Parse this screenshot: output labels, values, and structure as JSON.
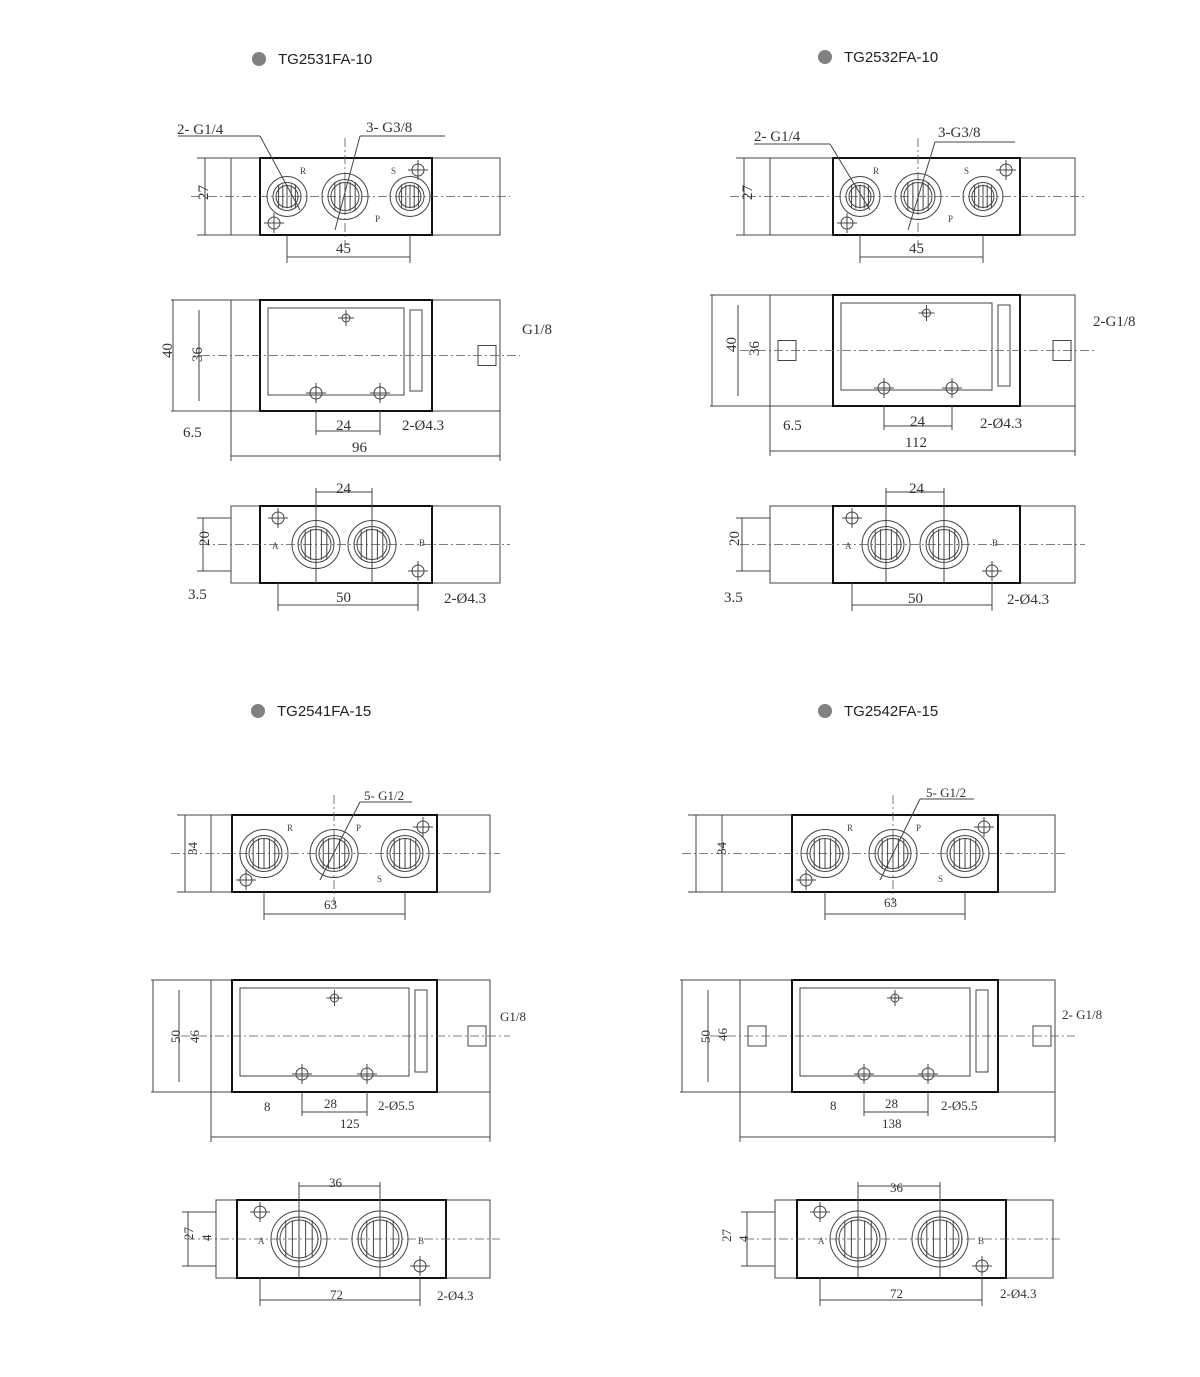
{
  "panels": [
    {
      "title": "TG2531FA-10",
      "top_view": {
        "port_label_left": "2- G1/4",
        "port_label_right": "3- G3/8",
        "height": "27",
        "pitch": "45",
        "port_marks": [
          "R",
          "S",
          "P"
        ]
      },
      "side_view": {
        "height_outer": "40",
        "height_inner": "36",
        "pilot_port": "G1/8",
        "hole_pitch": "24",
        "holes": "2-Ø4.3",
        "offset": "6.5",
        "length": "96"
      },
      "bottom_view": {
        "pitch": "24",
        "height": "20",
        "offset": "3.5",
        "hole_pitch": "50",
        "holes": "2-Ø4.3",
        "port_marks": [
          "A",
          "B"
        ]
      }
    },
    {
      "title": "TG2532FA-10",
      "top_view": {
        "port_label_left": "2- G1/4",
        "port_label_right": "3-G3/8",
        "height": "27",
        "pitch": "45",
        "port_marks": [
          "R",
          "S",
          "P"
        ]
      },
      "side_view": {
        "height_outer": "40",
        "height_inner": "36",
        "pilot_port": "2-G1/8",
        "hole_pitch": "24",
        "holes": "2-Ø4.3",
        "offset": "6.5",
        "length": "112"
      },
      "bottom_view": {
        "pitch": "24",
        "height": "20",
        "offset": "3.5",
        "hole_pitch": "50",
        "holes": "2-Ø4.3",
        "port_marks": [
          "A",
          "B"
        ]
      }
    },
    {
      "title": "TG2541FA-15",
      "top_view": {
        "port_label": "5- G1/2",
        "height": "34",
        "pitch": "63",
        "port_marks": [
          "R",
          "P",
          "S"
        ]
      },
      "side_view": {
        "height_outer": "50",
        "height_inner": "46",
        "pilot_port": "G1/8",
        "offset": "8",
        "hole_pitch": "28",
        "holes": "2-Ø5.5",
        "length": "125"
      },
      "bottom_view": {
        "pitch": "36",
        "height": "27",
        "offset": "4",
        "hole_pitch": "72",
        "holes": "2-Ø4.3",
        "port_marks": [
          "A",
          "B"
        ]
      }
    },
    {
      "title": "TG2542FA-15",
      "top_view": {
        "port_label": "5- G1/2",
        "height": "34",
        "pitch": "63",
        "port_marks": [
          "R",
          "P",
          "S"
        ]
      },
      "side_view": {
        "height_outer": "50",
        "height_inner": "46",
        "pilot_port": "2- G1/8",
        "offset": "8",
        "hole_pitch": "28",
        "holes": "2-Ø5.5",
        "length": "138"
      },
      "bottom_view": {
        "pitch": "36",
        "height": "27",
        "offset": "4",
        "hole_pitch": "72",
        "holes": "2-Ø4.3",
        "port_marks": [
          "A",
          "B"
        ]
      }
    }
  ],
  "colors": {
    "bullet": "#808080",
    "line": "#333333"
  }
}
